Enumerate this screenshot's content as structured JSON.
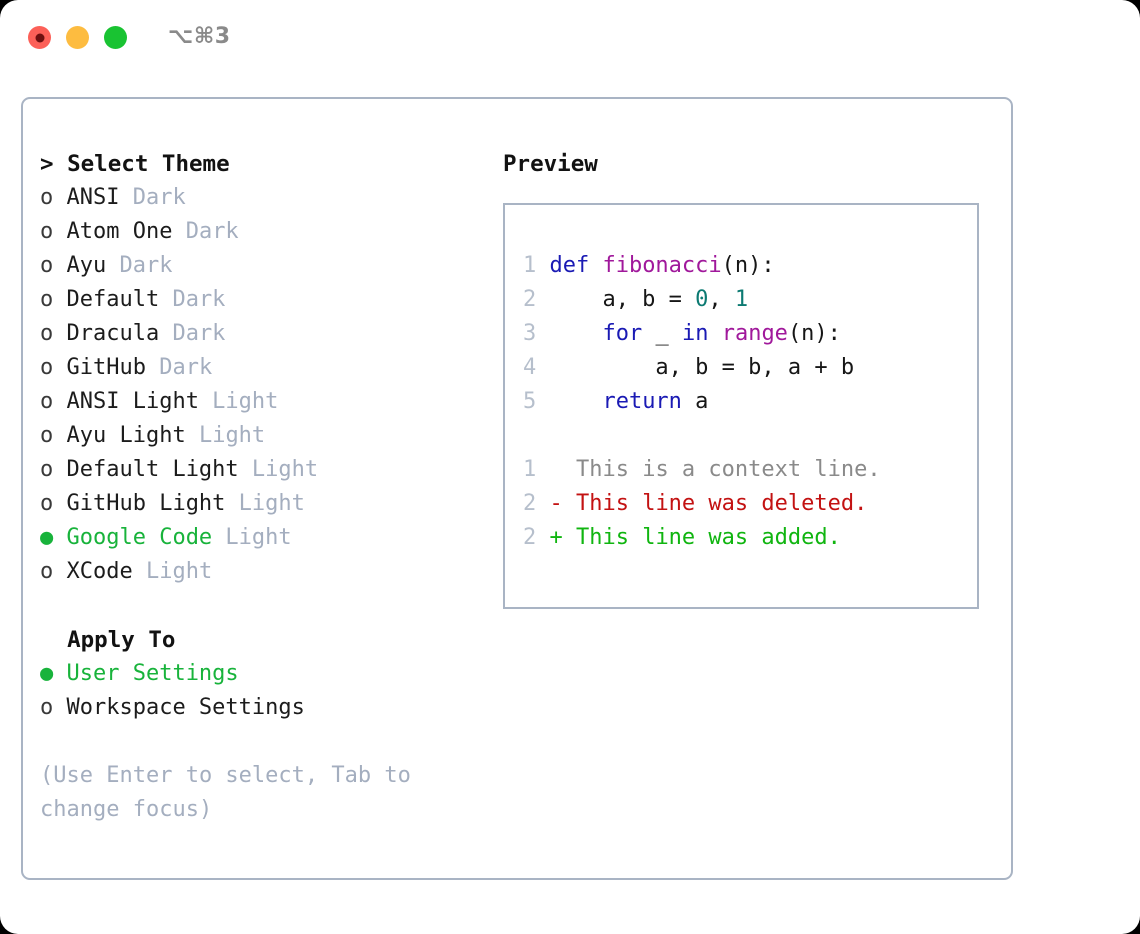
{
  "window": {
    "shortcut_label": "⌥⌘3",
    "traffic_lights": [
      {
        "name": "close",
        "color": "#fc6058"
      },
      {
        "name": "minimize",
        "color": "#fdbc40"
      },
      {
        "name": "maximize",
        "color": "#19c332"
      }
    ]
  },
  "theme_picker": {
    "heading": "> Select Theme",
    "selected_marker": "● ",
    "unselected_marker": "o ",
    "selected_color": "#18b33b",
    "variant_color": "#a4aebf",
    "items": [
      {
        "name": "ANSI",
        "variant": "Dark",
        "selected": false
      },
      {
        "name": "Atom One",
        "variant": "Dark",
        "selected": false
      },
      {
        "name": "Ayu",
        "variant": "Dark",
        "selected": false
      },
      {
        "name": "Default",
        "variant": "Dark",
        "selected": false
      },
      {
        "name": "Dracula",
        "variant": "Dark",
        "selected": false
      },
      {
        "name": "GitHub",
        "variant": "Dark",
        "selected": false
      },
      {
        "name": "ANSI Light",
        "variant": "Light",
        "selected": false
      },
      {
        "name": "Ayu Light",
        "variant": "Light",
        "selected": false
      },
      {
        "name": "Default Light",
        "variant": "Light",
        "selected": false
      },
      {
        "name": "GitHub Light",
        "variant": "Light",
        "selected": false
      },
      {
        "name": "Google Code",
        "variant": "Light",
        "selected": true
      },
      {
        "name": "XCode",
        "variant": "Light",
        "selected": false
      }
    ]
  },
  "apply_to": {
    "heading": "Apply To",
    "items": [
      {
        "name": "User Settings",
        "selected": true
      },
      {
        "name": "Workspace Settings",
        "selected": false
      }
    ]
  },
  "hint": "(Use Enter to select, Tab to change focus)",
  "preview": {
    "title": "Preview",
    "code_lines": [
      {
        "no": "1",
        "tokens": [
          {
            "t": "def ",
            "c": "kw"
          },
          {
            "t": "fibonacci",
            "c": "fn"
          },
          {
            "t": "(n):",
            "c": "txt"
          }
        ]
      },
      {
        "no": "2",
        "tokens": [
          {
            "t": "    a, b = ",
            "c": "txt"
          },
          {
            "t": "0",
            "c": "num"
          },
          {
            "t": ", ",
            "c": "txt"
          },
          {
            "t": "1",
            "c": "num"
          }
        ]
      },
      {
        "no": "3",
        "tokens": [
          {
            "t": "    ",
            "c": "txt"
          },
          {
            "t": "for",
            "c": "kw"
          },
          {
            "t": " _ ",
            "c": "txt"
          },
          {
            "t": "in",
            "c": "kw"
          },
          {
            "t": " ",
            "c": "txt"
          },
          {
            "t": "range",
            "c": "fn"
          },
          {
            "t": "(n):",
            "c": "txt"
          }
        ]
      },
      {
        "no": "4",
        "tokens": [
          {
            "t": "        a, b = b, a + b",
            "c": "txt"
          }
        ]
      },
      {
        "no": "5",
        "tokens": [
          {
            "t": "    ",
            "c": "txt"
          },
          {
            "t": "return",
            "c": "kw"
          },
          {
            "t": " a",
            "c": "txt"
          }
        ]
      }
    ],
    "diff_lines": [
      {
        "no": "1",
        "marker": "  ",
        "text": "This is a context line.",
        "kind": "ctx"
      },
      {
        "no": "2",
        "marker": "- ",
        "text": "This line was deleted.",
        "kind": "del"
      },
      {
        "no": "2",
        "marker": "+ ",
        "text": "This line was added.",
        "kind": "add"
      }
    ],
    "colors": {
      "keyword": "#1a1ab4",
      "function": "#a0189b",
      "number": "#0c7a72",
      "text": "#161616",
      "line_number": "#b6bfcc",
      "context": "#8a8a8a",
      "deleted": "#c31212",
      "added": "#10b510",
      "border": "#a9b4c4"
    }
  }
}
